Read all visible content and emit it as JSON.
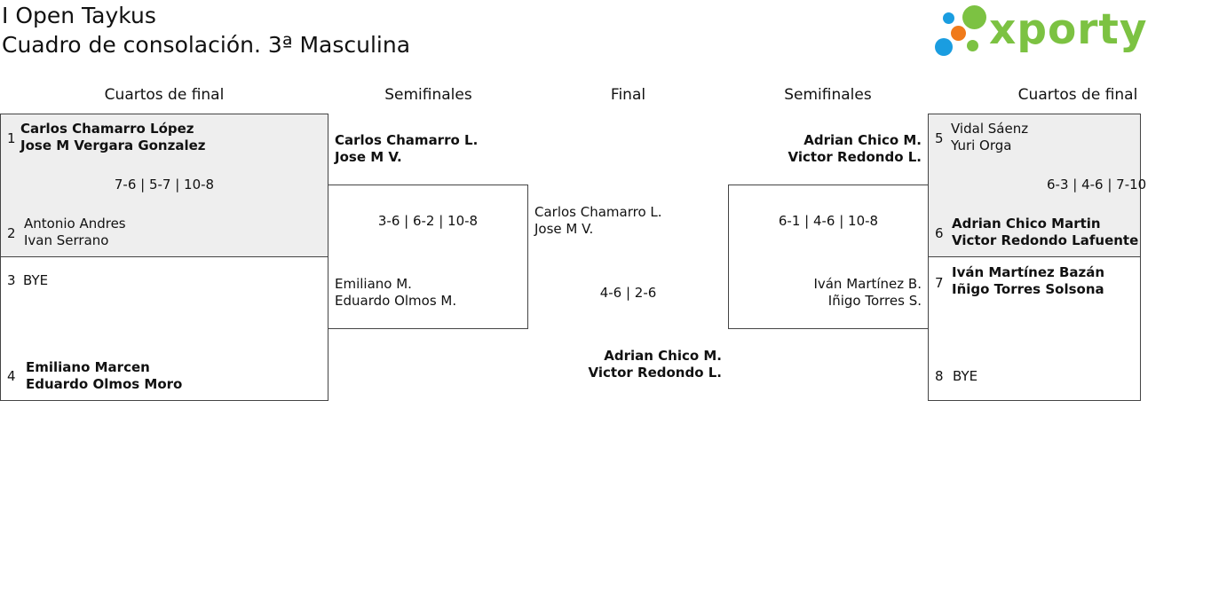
{
  "header": {
    "tournament_title": "I Open Taykus",
    "draw_title": "Cuadro de consolación. 3ª Masculina",
    "logo_text": "xporty",
    "logo_colors": {
      "blue": "#1a9de0",
      "orange": "#f07a1a",
      "green": "#7cc242"
    }
  },
  "rounds": {
    "left_qf": "Cuartos de final",
    "left_sf": "Semifinales",
    "final": "Final",
    "right_sf": "Semifinales",
    "right_qf": "Cuartos de final"
  },
  "left": {
    "qf1": {
      "seed_a": "1",
      "a1": "Carlos Chamarro López",
      "a2": "Jose M Vergara Gonzalez",
      "score": "7-6 | 5-7 | 10-8",
      "seed_b": "2",
      "b1": "Antonio Andres",
      "b2": "Ivan Serrano"
    },
    "qf2": {
      "seed_a": "3",
      "a1": "BYE",
      "seed_b": "4",
      "b1": "Emiliano Marcen",
      "b2": "Eduardo Olmos Moro"
    },
    "sf": {
      "a1": "Carlos Chamarro L.",
      "a2": "Jose M V.",
      "score": "3-6 | 6-2 | 10-8",
      "b1": "Emiliano M.",
      "b2": "Eduardo Olmos M."
    }
  },
  "final": {
    "a1": "Carlos Chamarro L.",
    "a2": "Jose M V.",
    "score": "4-6 | 2-6",
    "b1": "Adrian Chico M.",
    "b2": "Victor Redondo L."
  },
  "right": {
    "sf": {
      "a1": "Adrian Chico M.",
      "a2": "Victor Redondo L.",
      "score": "6-1 | 4-6 | 10-8",
      "b1": "Iván Martínez B.",
      "b2": "Iñigo Torres S."
    },
    "qf1": {
      "seed_a": "5",
      "a1": "Vidal Sáenz",
      "a2": "Yuri Orga",
      "score": "6-3 | 4-6 | 7-10",
      "seed_b": "6",
      "b1": "Adrian Chico Martin",
      "b2": "Victor Redondo Lafuente"
    },
    "qf2": {
      "seed_a": "7",
      "a1": "Iván Martínez Bazán",
      "a2": "Iñigo Torres Solsona",
      "seed_b": "8",
      "b1": "BYE"
    }
  }
}
